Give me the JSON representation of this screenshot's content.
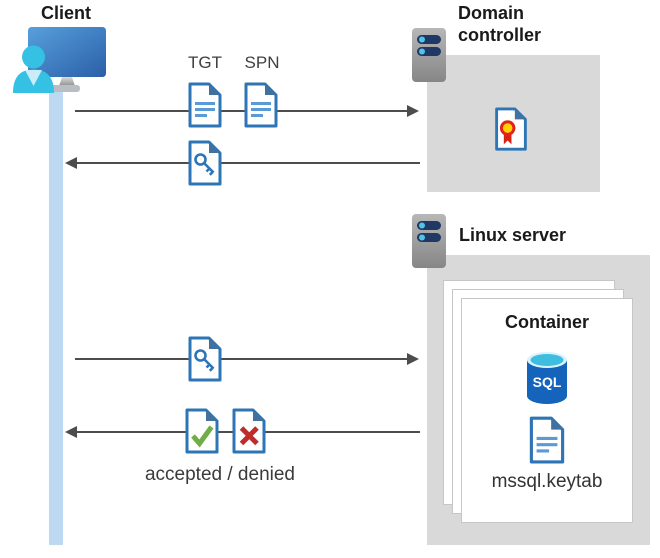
{
  "client": {
    "label": "Client"
  },
  "domain_controller": {
    "label": "Domain controller"
  },
  "linux_server": {
    "label": "Linux server"
  },
  "container": {
    "label": "Container",
    "database_label": "SQL",
    "keytab_label": "mssql.keytab"
  },
  "messages": {
    "request_tickets": {
      "tgt_label": "TGT",
      "spn_label": "SPN"
    },
    "response_label": "accepted / denied"
  },
  "icons": {
    "client": "user-at-monitor-icon",
    "servers": "server-icon",
    "ticket_documents": "document-icon",
    "key_ticket": "key-document-icon",
    "certificate": "certificate-document-icon",
    "accepted": "check-document-icon",
    "denied": "cross-document-icon",
    "database": "sql-database-icon"
  },
  "colors": {
    "box_gray": "#d9d9d9",
    "doc_blue": "#2e75b6",
    "doc_line_blue": "#5b9bd5",
    "fold_blue": "#41719c",
    "success_green": "#70ad47",
    "error_red": "#c02b2b",
    "ribbon_red": "#e2231a",
    "ribbon_yellow": "#ffd100",
    "sql_blue": "#1464bb",
    "sql_cyan": "#3fbde0",
    "lifeline_blue": "#bdd9f2",
    "arrow_gray": "#4d4d4d",
    "server_bar_navy": "#1f3864",
    "server_dot_cyan": "#4fc3e8",
    "person_cyan": "#35c1e3"
  }
}
